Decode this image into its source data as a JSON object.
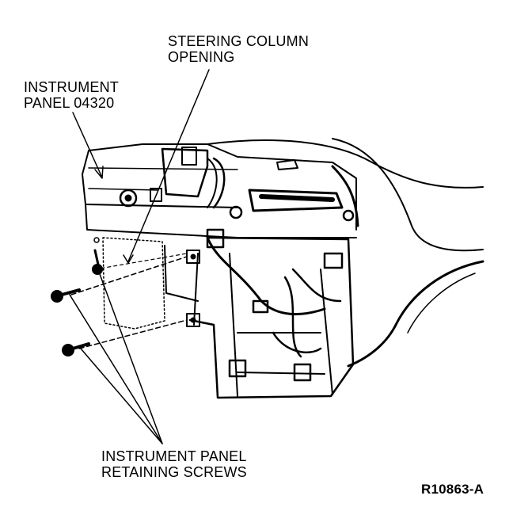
{
  "labels": {
    "steering_column": [
      "STEERING COLUMN",
      "OPENING"
    ],
    "instrument_panel": [
      "INSTRUMENT",
      "PANEL 04320"
    ],
    "retaining_screws": [
      "INSTRUMENT PANEL",
      "RETAINING SCREWS"
    ],
    "figure_id": "R10863-A"
  },
  "colors": {
    "ink": "#000000",
    "paper": "#ffffff"
  }
}
